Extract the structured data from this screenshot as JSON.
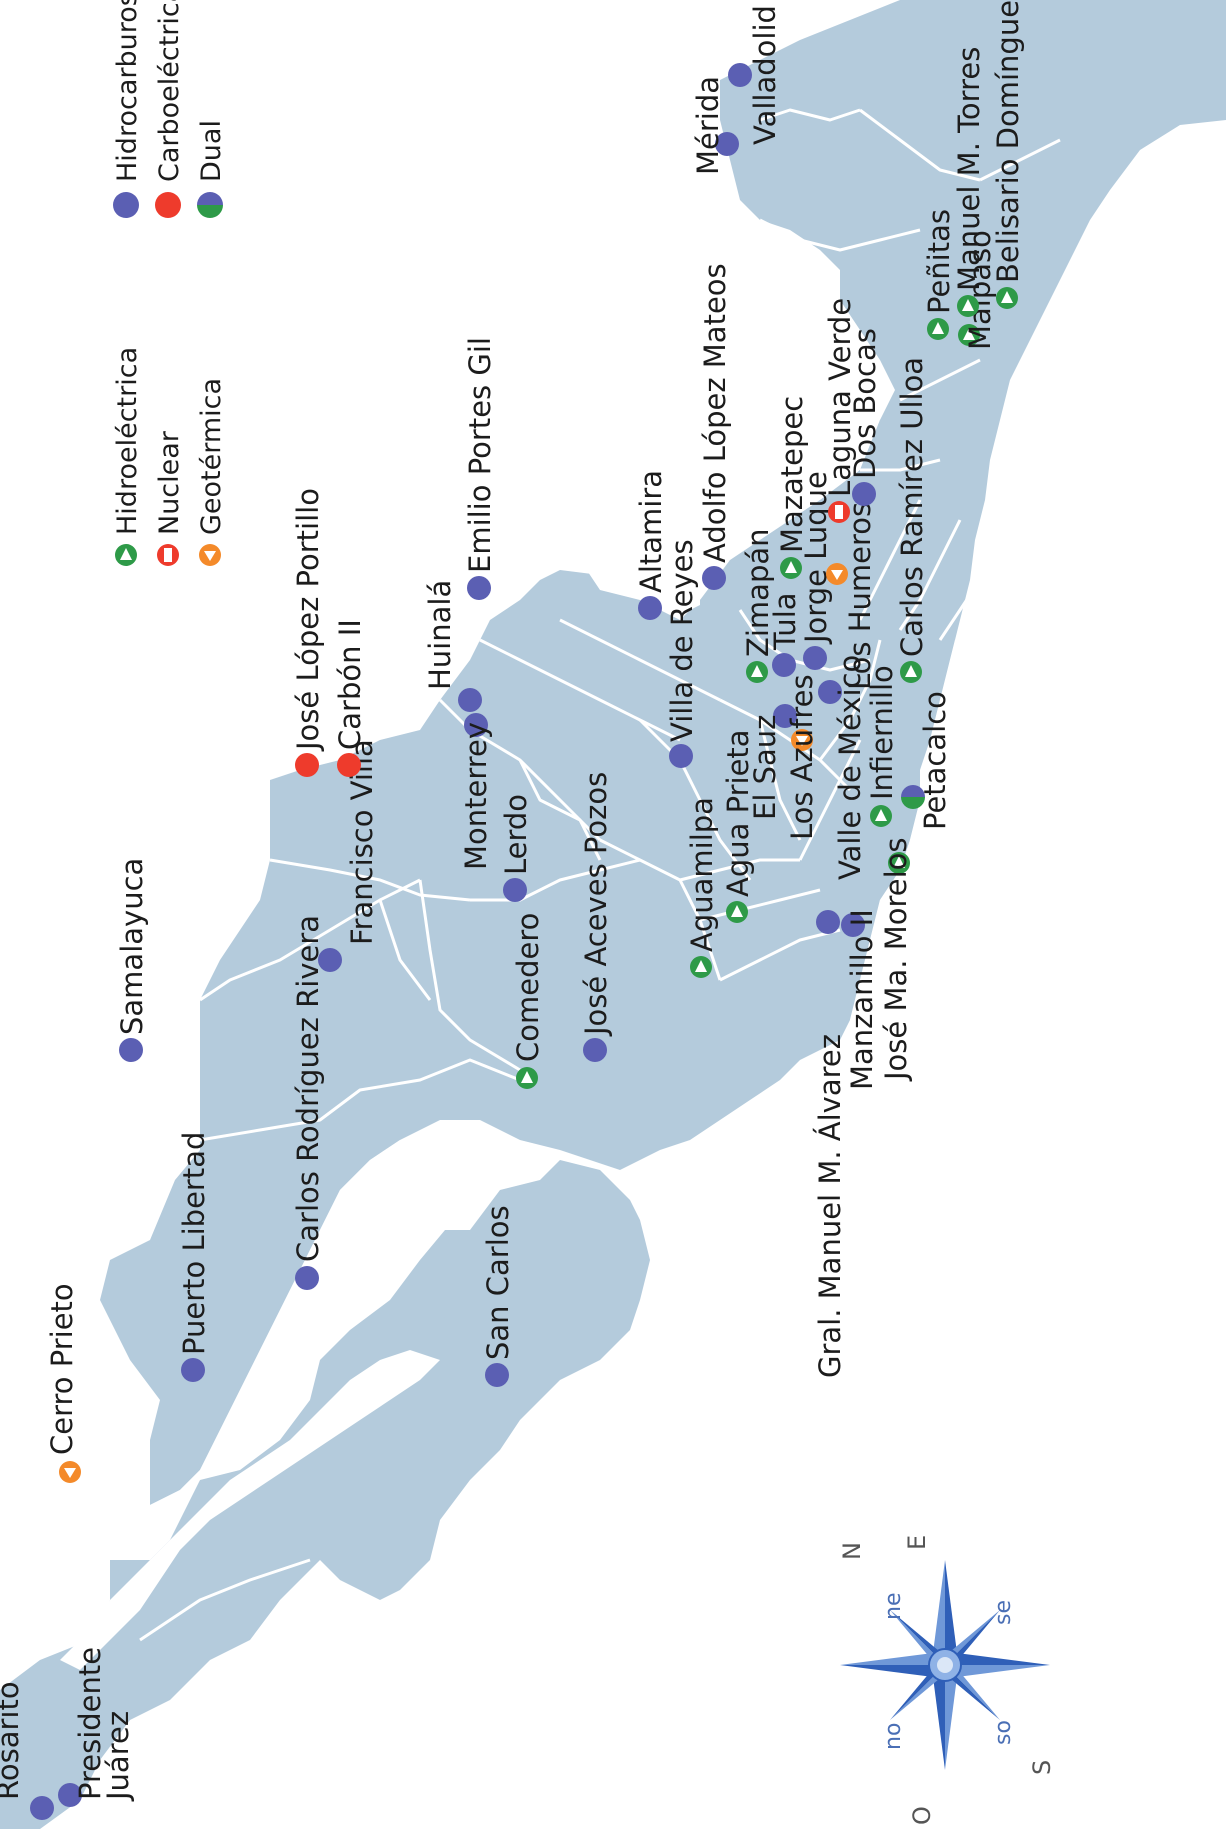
{
  "colors": {
    "land": "#b4cbdc",
    "border": "#ffffff",
    "hidrocarburos": "#5b5fb3",
    "carboelectrica": "#ee3b2c",
    "dual_green": "#2e9a48",
    "hidroelectrica_ring": "#2e9a48",
    "nuclear_ring": "#ee3b2c",
    "geotermica_ring": "#f48a2a",
    "compass_blue": "#3d6bc2"
  },
  "legend": {
    "hidroelectrica": "Hidroeléctrica",
    "nuclear": "Nuclear",
    "geotermica": "Geotérmica",
    "hidrocarburos": "Hidrocarburos",
    "carboelectrica": "Carboeléctrica",
    "dual": "Dual"
  },
  "compass": {
    "n": "N",
    "e": "E",
    "s": "S",
    "o": "O",
    "ne": "ne",
    "se": "se",
    "so": "so",
    "no": "no"
  },
  "plants": [
    {
      "name": "Rosarito",
      "type": "hidrocarburos"
    },
    {
      "name": "Presidente",
      "type": "hidrocarburos"
    },
    {
      "name": "Juárez",
      "type": "hidrocarburos"
    },
    {
      "name": "Cerro Prieto",
      "type": "geotermica"
    },
    {
      "name": "Puerto Libertad",
      "type": "hidrocarburos"
    },
    {
      "name": "San Carlos",
      "type": "hidrocarburos"
    },
    {
      "name": "Carlos Rodríguez Rivera",
      "type": "hidrocarburos"
    },
    {
      "name": "Samalayuca",
      "type": "hidrocarburos"
    },
    {
      "name": "Francisco Villa",
      "type": "hidrocarburos"
    },
    {
      "name": "Comedero",
      "type": "hidroelectrica"
    },
    {
      "name": "José Aceves Pozos",
      "type": "hidrocarburos"
    },
    {
      "name": "Lerdo",
      "type": "hidrocarburos"
    },
    {
      "name": "Monterrey",
      "type": "hidrocarburos"
    },
    {
      "name": "Huinalá",
      "type": "hidrocarburos"
    },
    {
      "name": "José López Portillo",
      "type": "carboelectrica"
    },
    {
      "name": "Carbón II",
      "type": "carboelectrica"
    },
    {
      "name": "Emilio Portes Gil",
      "type": "hidrocarburos"
    },
    {
      "name": "Altamira",
      "type": "hidrocarburos"
    },
    {
      "name": "Villa de Reyes",
      "type": "hidrocarburos"
    },
    {
      "name": "Adolfo López Mateos",
      "type": "hidrocarburos"
    },
    {
      "name": "Aguamilpa",
      "type": "hidroelectrica"
    },
    {
      "name": "Agua Prieta",
      "type": "hidroelectrica"
    },
    {
      "name": "El Sauz",
      "type": "hidrocarburos"
    },
    {
      "name": "Zimapán",
      "type": "hidroelectrica"
    },
    {
      "name": "Tula",
      "type": "hidrocarburos"
    },
    {
      "name": "Mazatepec",
      "type": "hidroelectrica"
    },
    {
      "name": "Jorge Luque",
      "type": "hidrocarburos"
    },
    {
      "name": "Laguna Verde",
      "type": "nuclear"
    },
    {
      "name": "Los Humeros",
      "type": "geotermica"
    },
    {
      "name": "Dos Bocas",
      "type": "hidrocarburos"
    },
    {
      "name": "Los Azufres",
      "type": "geotermica"
    },
    {
      "name": "Valle de México",
      "type": "hidrocarburos"
    },
    {
      "name": "Infiernillo",
      "type": "hidroelectrica"
    },
    {
      "name": "Carlos Ramírez Ulloa",
      "type": "hidroelectrica"
    },
    {
      "name": "Gral. Manuel M. Álvarez",
      "type": "hidrocarburos"
    },
    {
      "name": "Manzanillo II",
      "type": "hidrocarburos"
    },
    {
      "name": "José Ma. Morelos",
      "type": "hidroelectrica"
    },
    {
      "name": "Petacalco",
      "type": "dual"
    },
    {
      "name": "Peñitas",
      "type": "hidroelectrica"
    },
    {
      "name": "Malpaso",
      "type": "hidroelectrica"
    },
    {
      "name": "Manuel M. Torres",
      "type": "hidroelectrica"
    },
    {
      "name": "Belisario Domínguez",
      "type": "hidroelectrica"
    },
    {
      "name": "Mérida",
      "type": "hidrocarburos"
    },
    {
      "name": "Valladolid",
      "type": "hidrocarburos"
    }
  ]
}
